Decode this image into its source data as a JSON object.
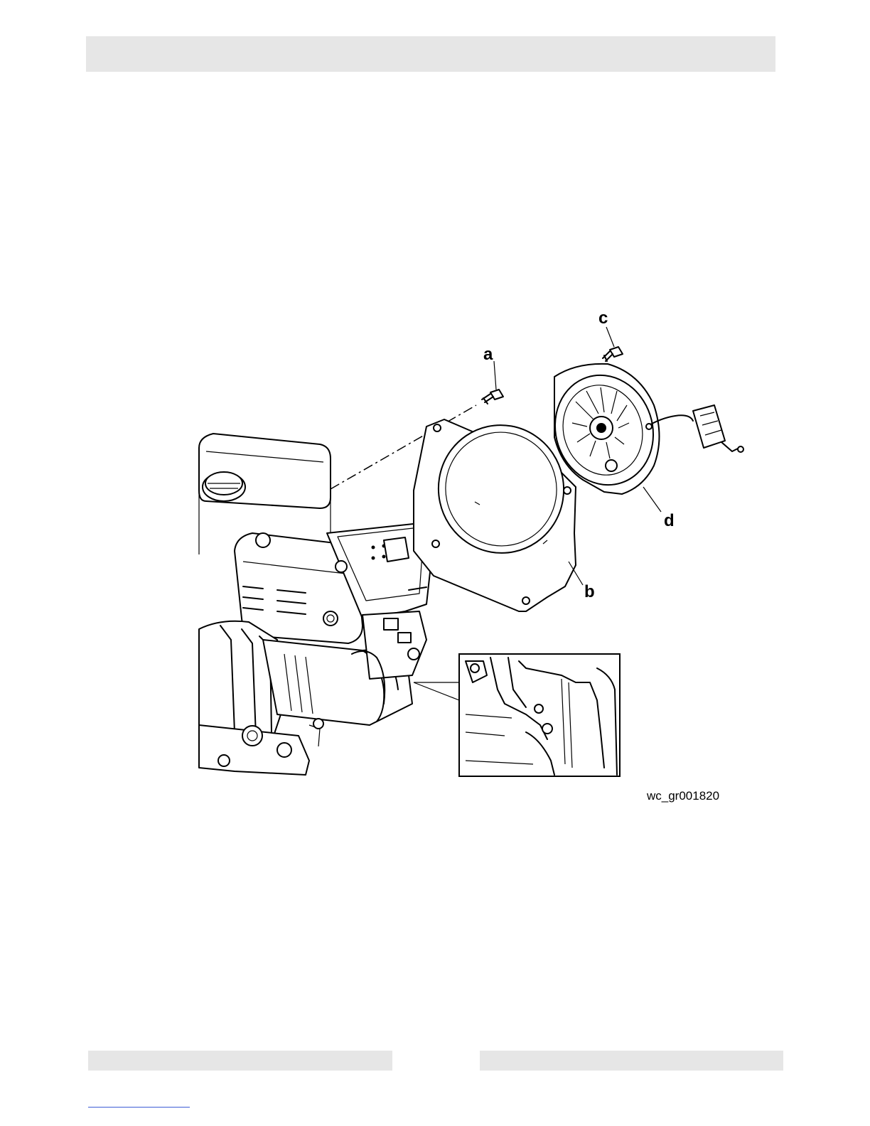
{
  "figure": {
    "callouts": {
      "a": "a",
      "b": "b",
      "c": "c",
      "d": "d"
    },
    "figure_id": "wc_gr001820"
  }
}
